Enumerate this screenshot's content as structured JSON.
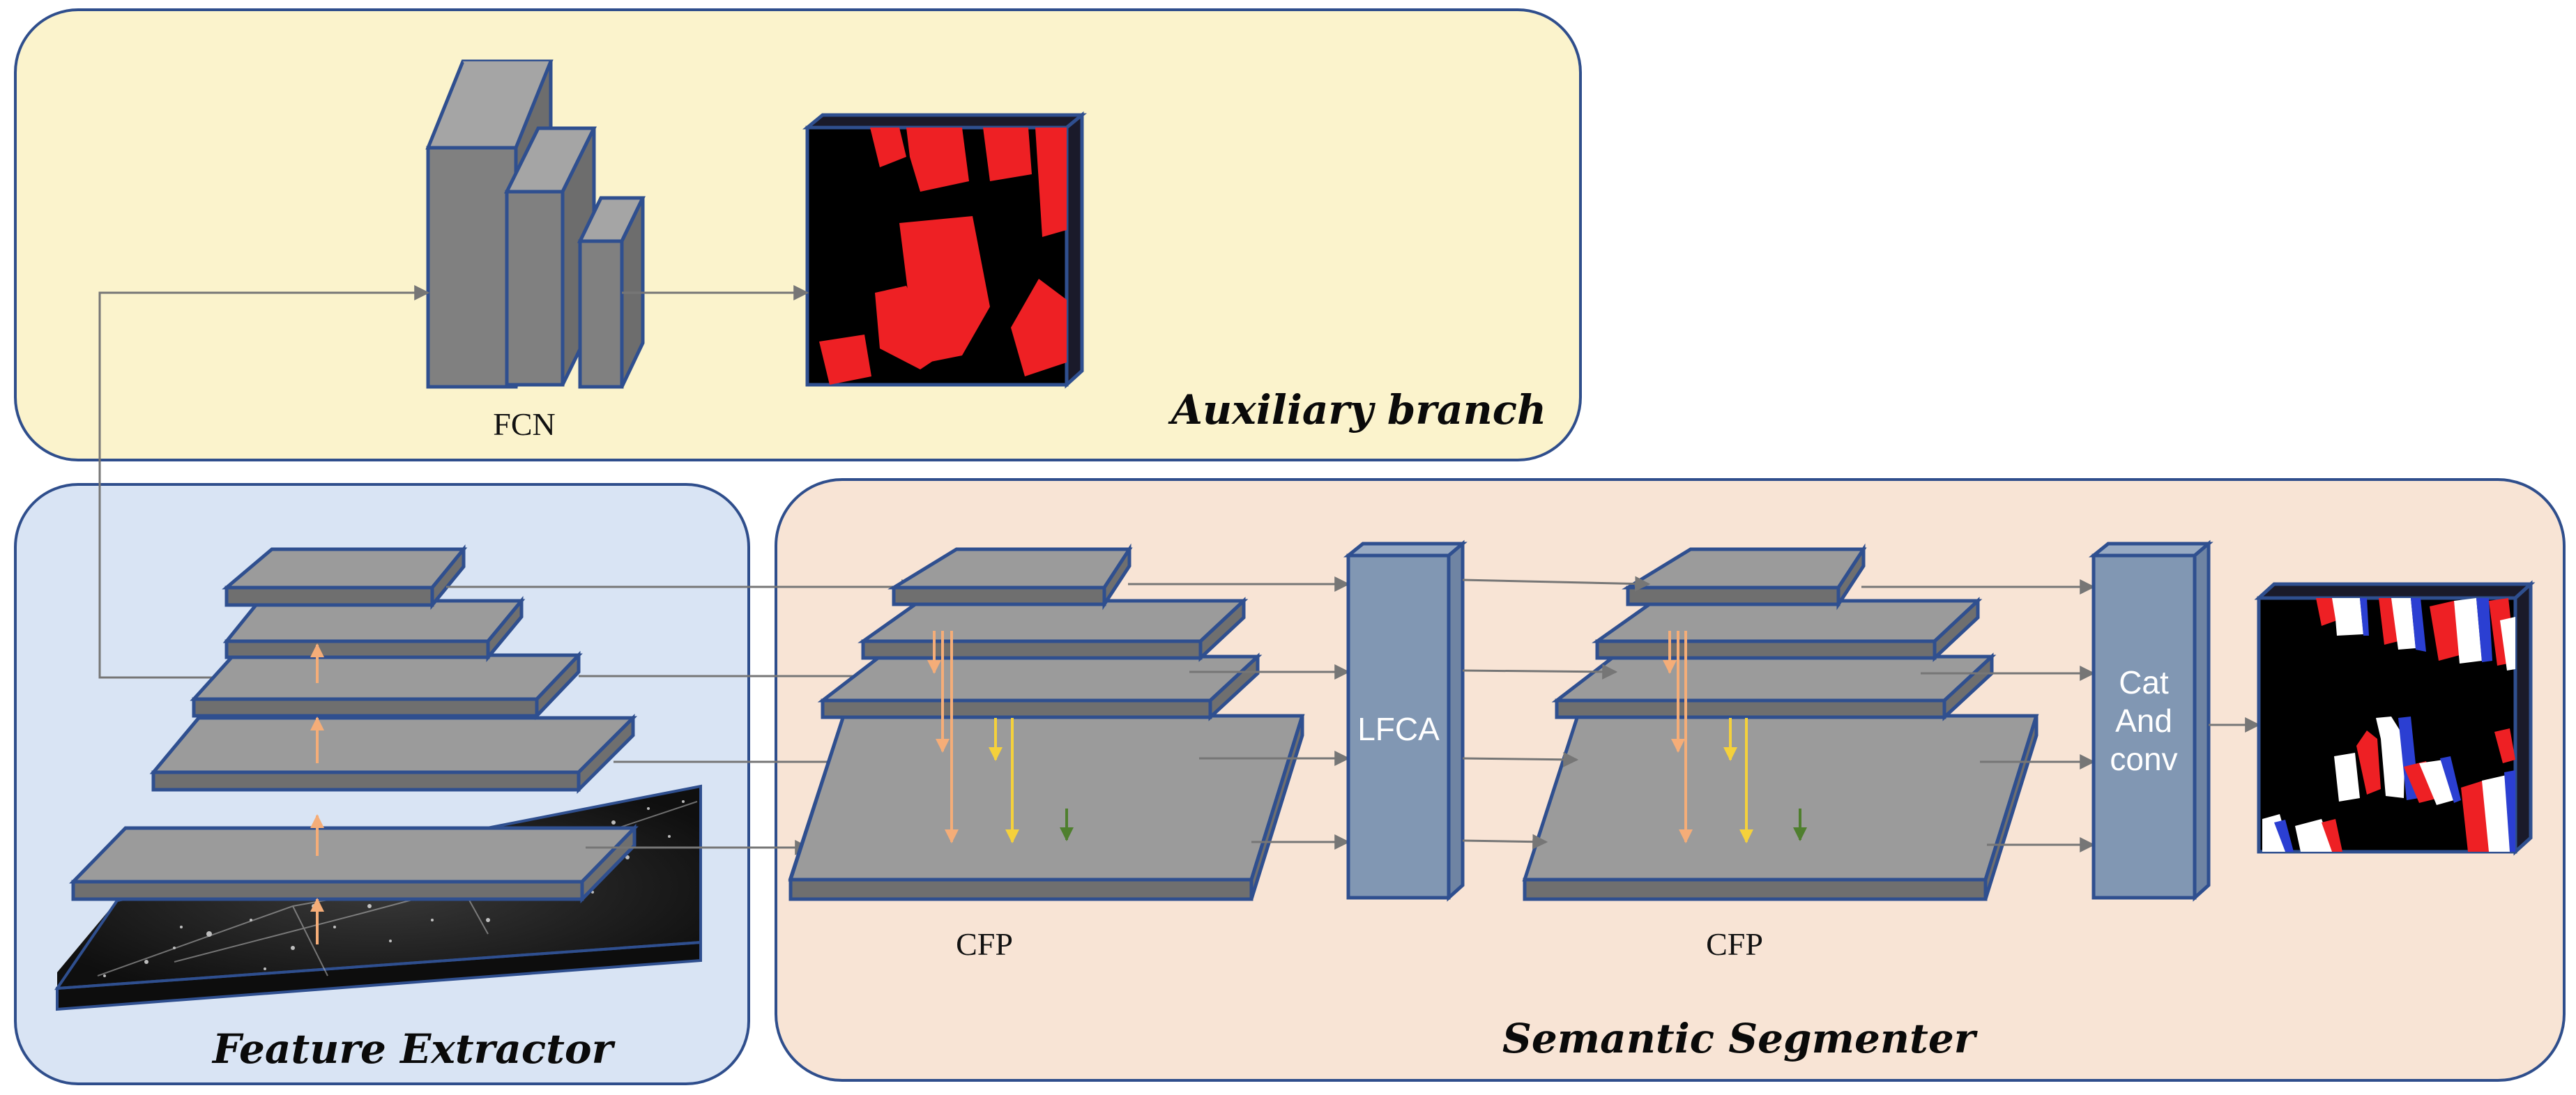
{
  "panels": {
    "auxiliary": {
      "title": "Auxiliary branch",
      "fill": "#fbf3cc"
    },
    "feature_extractor": {
      "title": "Feature Extractor",
      "fill": "#d9e4f4"
    },
    "semantic_segmenter": {
      "title": "Semantic Segmenter",
      "fill": "#f8e4d5"
    }
  },
  "labels": {
    "fcn": "FCN",
    "cfp_1": "CFP",
    "cfp_2": "CFP",
    "lfca": "LFCA",
    "cat_line1": "Cat",
    "cat_line2": "And",
    "cat_line3": "conv"
  },
  "colors": {
    "panel_border": "#2f4e8c",
    "layer_top": "#9b9b9b",
    "layer_side": "#6f6f6f",
    "layer_border": "#2f4f8f",
    "module_fill": "#8197b3",
    "connector": "#767676",
    "arrow_orange": "#f5ad78",
    "arrow_yellow": "#f5d13b",
    "arrow_green": "#4f7f2e",
    "mask_red": "#ee2024",
    "mask_blue": "#2b3fd2",
    "mask_white": "#ffffff",
    "mask_background": "#000000"
  }
}
